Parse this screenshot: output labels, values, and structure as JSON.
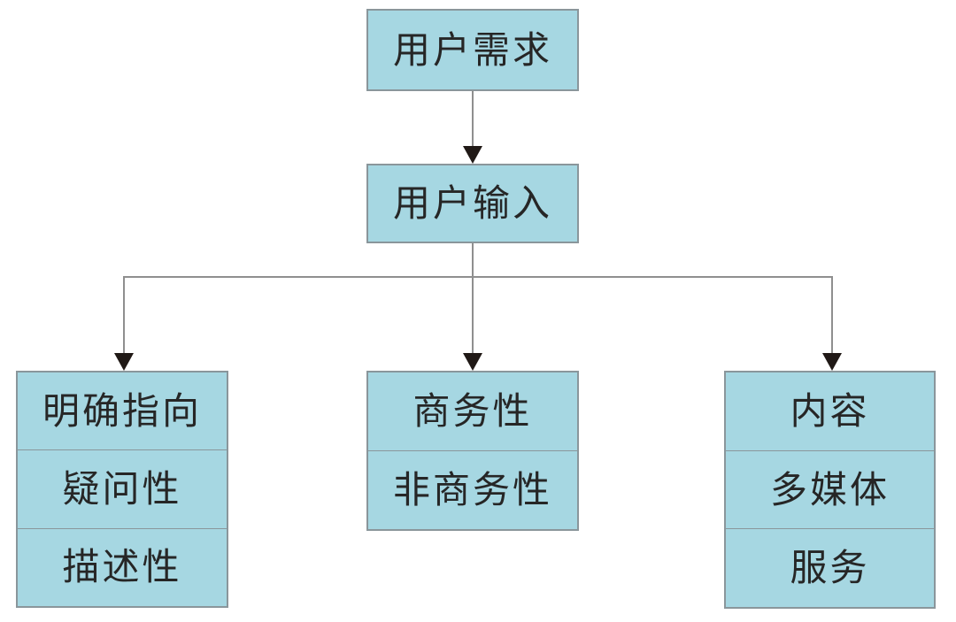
{
  "diagram": {
    "type": "flowchart",
    "nodes": {
      "user_needs": "用户需求",
      "user_input": "用户输入"
    },
    "branches": [
      {
        "name": "direction",
        "cells": [
          "明确指向",
          "疑问性",
          "描述性"
        ]
      },
      {
        "name": "commercial",
        "cells": [
          "商务性",
          "非商务性"
        ]
      },
      {
        "name": "content",
        "cells": [
          "内容",
          "多媒体",
          "服务"
        ]
      }
    ]
  },
  "colors": {
    "background": "#ffffff",
    "node_fill": "#a6d7e2",
    "node_border": "#8a969b",
    "divider": "#8a969b",
    "connector": "#8f8f8f",
    "arrow": "#201916",
    "text": "#262626"
  }
}
